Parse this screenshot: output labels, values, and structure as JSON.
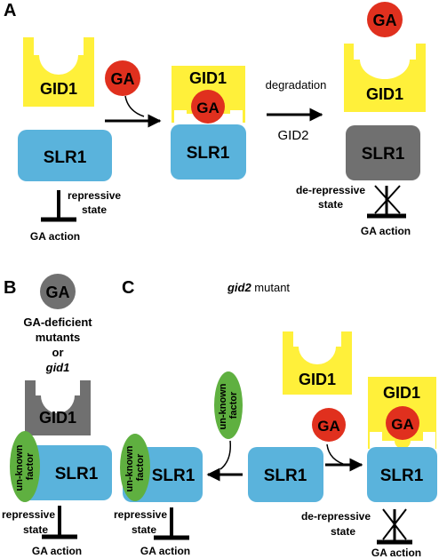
{
  "colors": {
    "gid1_yellow": "#FFF03A",
    "slr1_blue": "#5AB3DC",
    "ga_red": "#E0301E",
    "inactive_gray": "#707070",
    "unknown_green": "#5FB040"
  },
  "panels": {
    "a": "A",
    "b": "B",
    "c": "C"
  },
  "panel_a": {
    "gid1_left": "GID1",
    "ga_free": "GA",
    "slr1_left": "SLR1",
    "repressive_line1": "repressive",
    "repressive_line2": "state",
    "ga_action_left": "GA action",
    "gid1_bound": "GID1",
    "ga_bound": "GA",
    "slr1_middle": "SLR1",
    "degradation": "degradation",
    "gid2": "GID2",
    "ga_released": "GA",
    "gid1_right": "GID1",
    "slr1_degraded": "SLR1",
    "derepressive_line1": "de-repressive",
    "derepressive_line2": "state",
    "ga_action_right": "GA action"
  },
  "panel_b": {
    "ga": "GA",
    "line1": "GA-deficient",
    "line2": "mutants",
    "line3": "or",
    "line4": "gid1",
    "gid1": "GID1",
    "unknown_line1": "un-known",
    "unknown_line2": "factor",
    "slr1": "SLR1",
    "repressive_line1": "repressive",
    "repressive_line2": "state",
    "ga_action": "GA action"
  },
  "panel_c": {
    "title_italic": "gid2",
    "title_rest": " mutant",
    "unknown_free_line1": "un-known",
    "unknown_free_line2": "factor",
    "unknown_bound_line1": "un-known",
    "unknown_bound_line2": "factor",
    "slr1_left": "SLR1",
    "slr1_center": "SLR1",
    "repressive_line1": "repressive",
    "repressive_line2": "state",
    "ga_action_left": "GA action",
    "gid1_free": "GID1",
    "ga_free": "GA",
    "gid1_bound": "GID1",
    "ga_bound": "GA",
    "slr1_right": "SLR1",
    "derepressive_line1": "de-repressive",
    "derepressive_line2": "state",
    "ga_action_right": "GA action"
  }
}
